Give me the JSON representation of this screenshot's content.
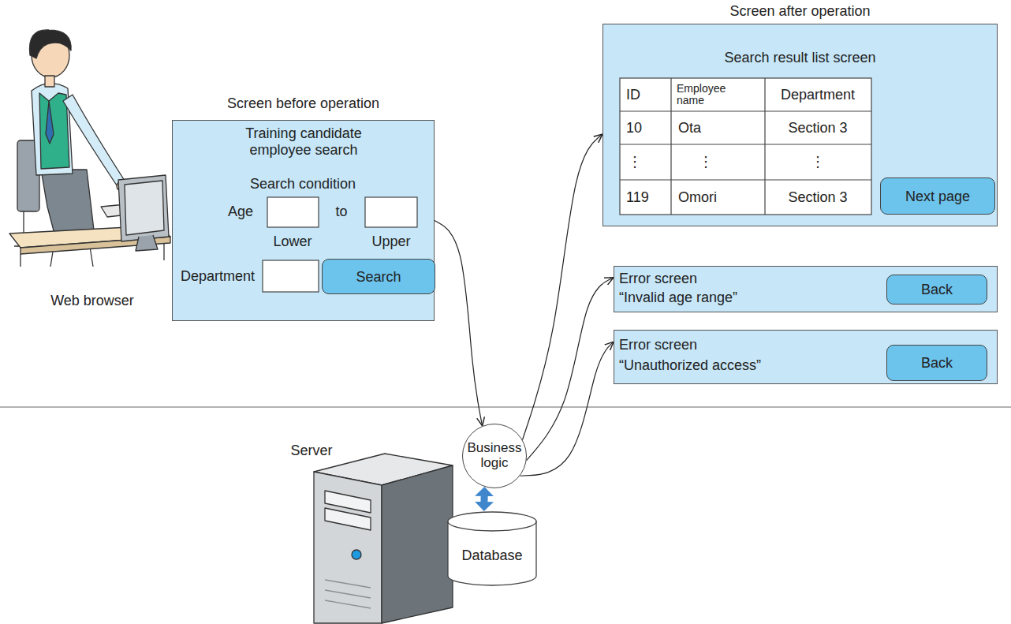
{
  "diagram": {
    "nodes": [
      {
        "text": [
          "Screen before operation",
          "Training candidate employee search"
        ]
      },
      {
        "text": [
          "Search"
        ],
        "in": 0
      },
      {
        "text": [
          "Screen after operation",
          "Search result list screen"
        ]
      },
      {
        "text": [
          "Next page"
        ],
        "in": 2
      },
      {
        "text": [
          "Error screen",
          "“Invalid age range”"
        ]
      },
      {
        "text": [
          "Back"
        ],
        "in": 4
      },
      {
        "text": [
          "Error screen",
          "“Unauthorized access”"
        ]
      },
      {
        "text": [
          "Back"
        ],
        "in": 6
      },
      {
        "text": [
          "Business logic"
        ]
      },
      {
        "text": [
          "Database"
        ]
      }
    ],
    "edges": [
      {
        "from": 0,
        "to": 8,
        "arrow": "to"
      },
      {
        "from": 8,
        "to": 2,
        "arrow": "to"
      },
      {
        "from": 8,
        "to": 4,
        "arrow": "to"
      },
      {
        "from": 8,
        "to": 6,
        "arrow": "to"
      },
      {
        "from": 8,
        "to": 9,
        "arrow": "both"
      }
    ],
    "labels": [
      "Web browser",
      "Server",
      "Search condition",
      "Age",
      "to",
      "Lower",
      "Upper",
      "Department",
      "ID",
      "Employee name",
      "Department",
      "10",
      "Ota",
      "Section 3",
      "⋮",
      "⋮",
      "⋮",
      "119",
      "Omori",
      "Section 3"
    ]
  }
}
